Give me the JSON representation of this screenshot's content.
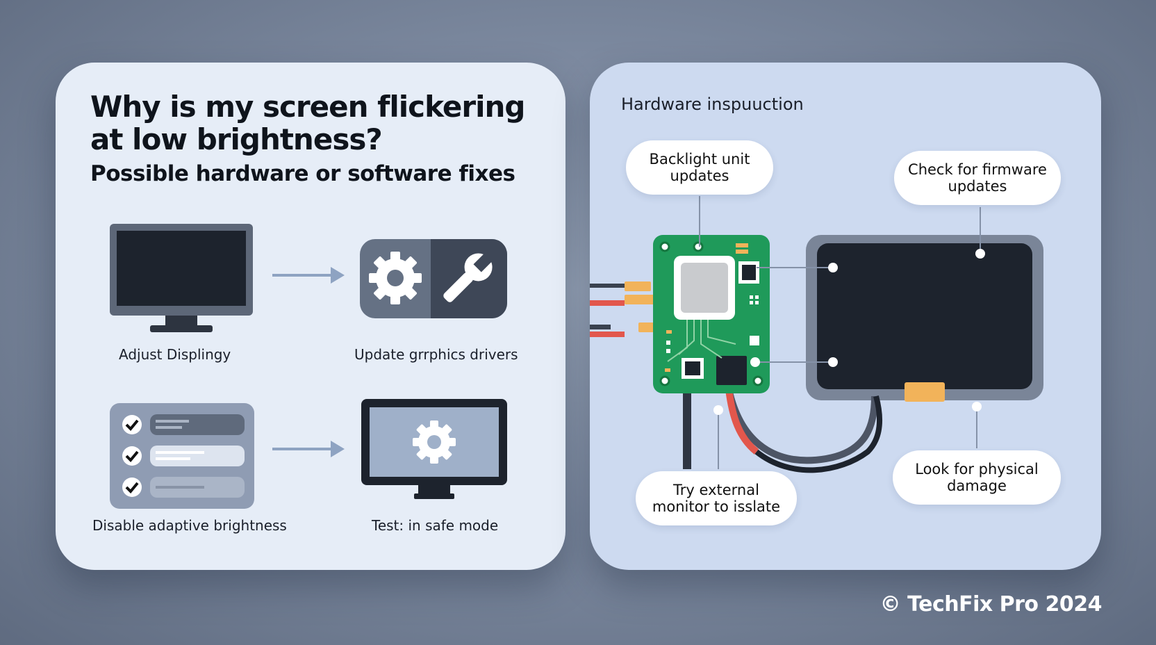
{
  "left": {
    "title": "Why is my screen flickering at low brightness?",
    "subtitle": "Possible hardware or software fixes",
    "steps": [
      {
        "label": "Adjust Displingy",
        "icon": "monitor-icon"
      },
      {
        "label": "Update grrphics drivers",
        "icon": "gear-wrench-icon"
      },
      {
        "label": "Disable adaptive brightness",
        "icon": "checklist-icon"
      },
      {
        "label": "Test: in safe mode",
        "icon": "monitor-gear-icon"
      }
    ]
  },
  "right": {
    "title": "Hardware inspuuction",
    "callouts": [
      {
        "lines": [
          "Backlight unit",
          "updates"
        ]
      },
      {
        "lines": [
          "Check for firmware",
          "updates"
        ]
      },
      {
        "lines": [
          "Try external",
          "monitor to isslate"
        ]
      },
      {
        "lines": [
          "Look for physical",
          "damage"
        ]
      }
    ]
  },
  "footer": {
    "copyright": "© TechFix Pro 2024"
  },
  "colors": {
    "background": "#7d8aa0",
    "left_panel": "#e6edf7",
    "right_panel": "#cddaf0",
    "pcb_green": "#1f9a5a",
    "screen_dark": "#1d232d",
    "accent_orange": "#f2b35a",
    "wire_red": "#e2574c"
  }
}
